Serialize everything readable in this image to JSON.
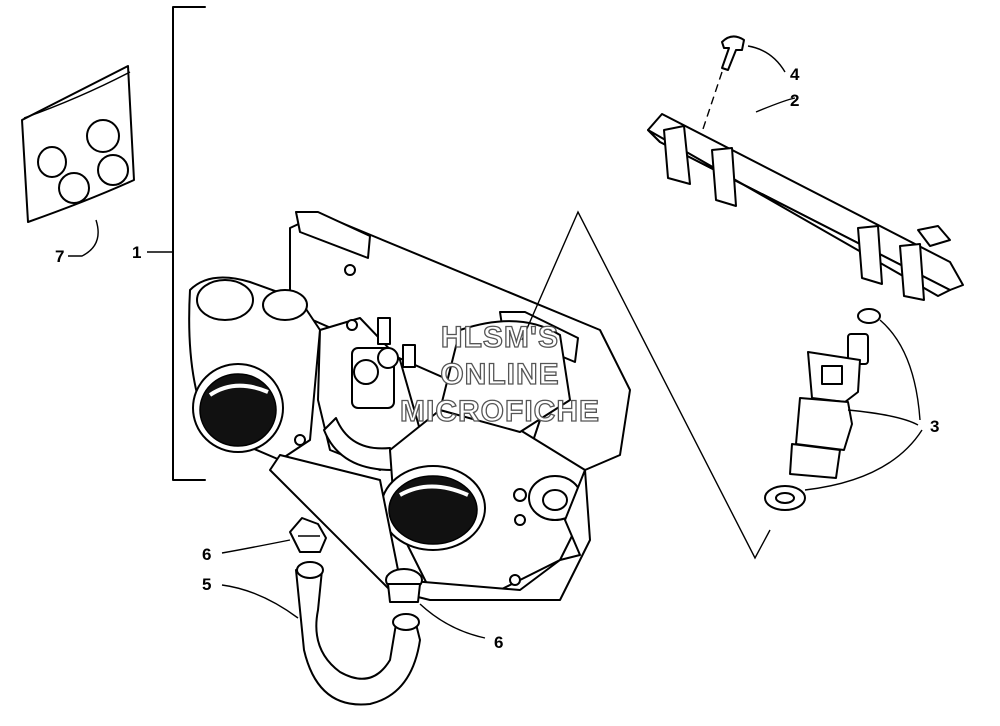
{
  "callouts": {
    "c1": "1",
    "c2": "2",
    "c3": "3",
    "c4": "4",
    "c5": "5",
    "c6a": "6",
    "c6b": "6",
    "c7": "7"
  },
  "watermark": {
    "line1": "HLSM'S",
    "line2": "ONLINE",
    "line3": "MICROFICHE"
  }
}
